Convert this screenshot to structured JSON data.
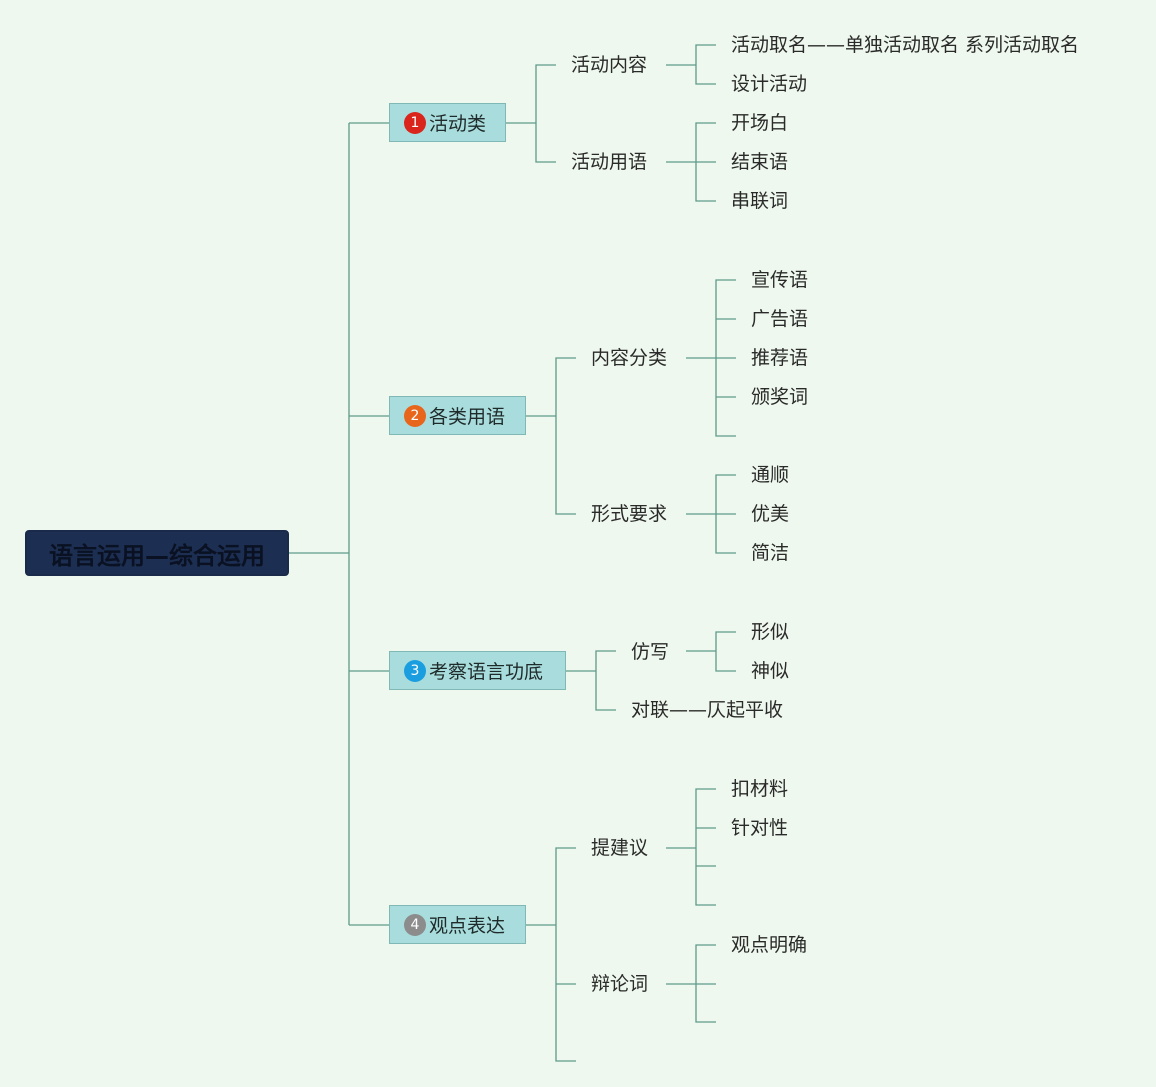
{
  "root": {
    "title": "语言运用—综合运用"
  },
  "colors": {
    "line": "#5f9a8a",
    "root_bg": "#1c2f52",
    "branch_bg": "#a9dcdc",
    "background": "#eef8ee"
  },
  "branches": [
    {
      "label": "活动类",
      "badge": "1",
      "badge_color": "#d9251c",
      "children": [
        {
          "label": "活动内容",
          "children": [
            "活动取名——单独活动取名 系列活动取名",
            "设计活动"
          ]
        },
        {
          "label": "活动用语",
          "children": [
            "开场白",
            "结束语",
            "串联词"
          ]
        }
      ]
    },
    {
      "label": "各类用语",
      "badge": "2",
      "badge_color": "#e8661c",
      "children": [
        {
          "label": "内容分类",
          "children": [
            "宣传语",
            "广告语",
            "推荐语",
            "颁奖词",
            ""
          ]
        },
        {
          "label": "形式要求",
          "children": [
            "通顺",
            "优美",
            "简洁"
          ]
        }
      ]
    },
    {
      "label": "考察语言功底",
      "badge": "3",
      "badge_color": "#1b9ee0",
      "children": [
        {
          "label": "仿写",
          "children": [
            "形似",
            "神似"
          ]
        },
        {
          "label": "对联——仄起平收",
          "children": []
        }
      ]
    },
    {
      "label": "观点表达",
      "badge": "4",
      "badge_color": "#8c8c8c",
      "children": [
        {
          "label": "提建议",
          "children": [
            "扣材料",
            "针对性",
            "",
            ""
          ]
        },
        {
          "label": "辩论词",
          "children": [
            "观点明确",
            "",
            ""
          ]
        },
        {
          "label": "",
          "children": []
        }
      ]
    }
  ]
}
